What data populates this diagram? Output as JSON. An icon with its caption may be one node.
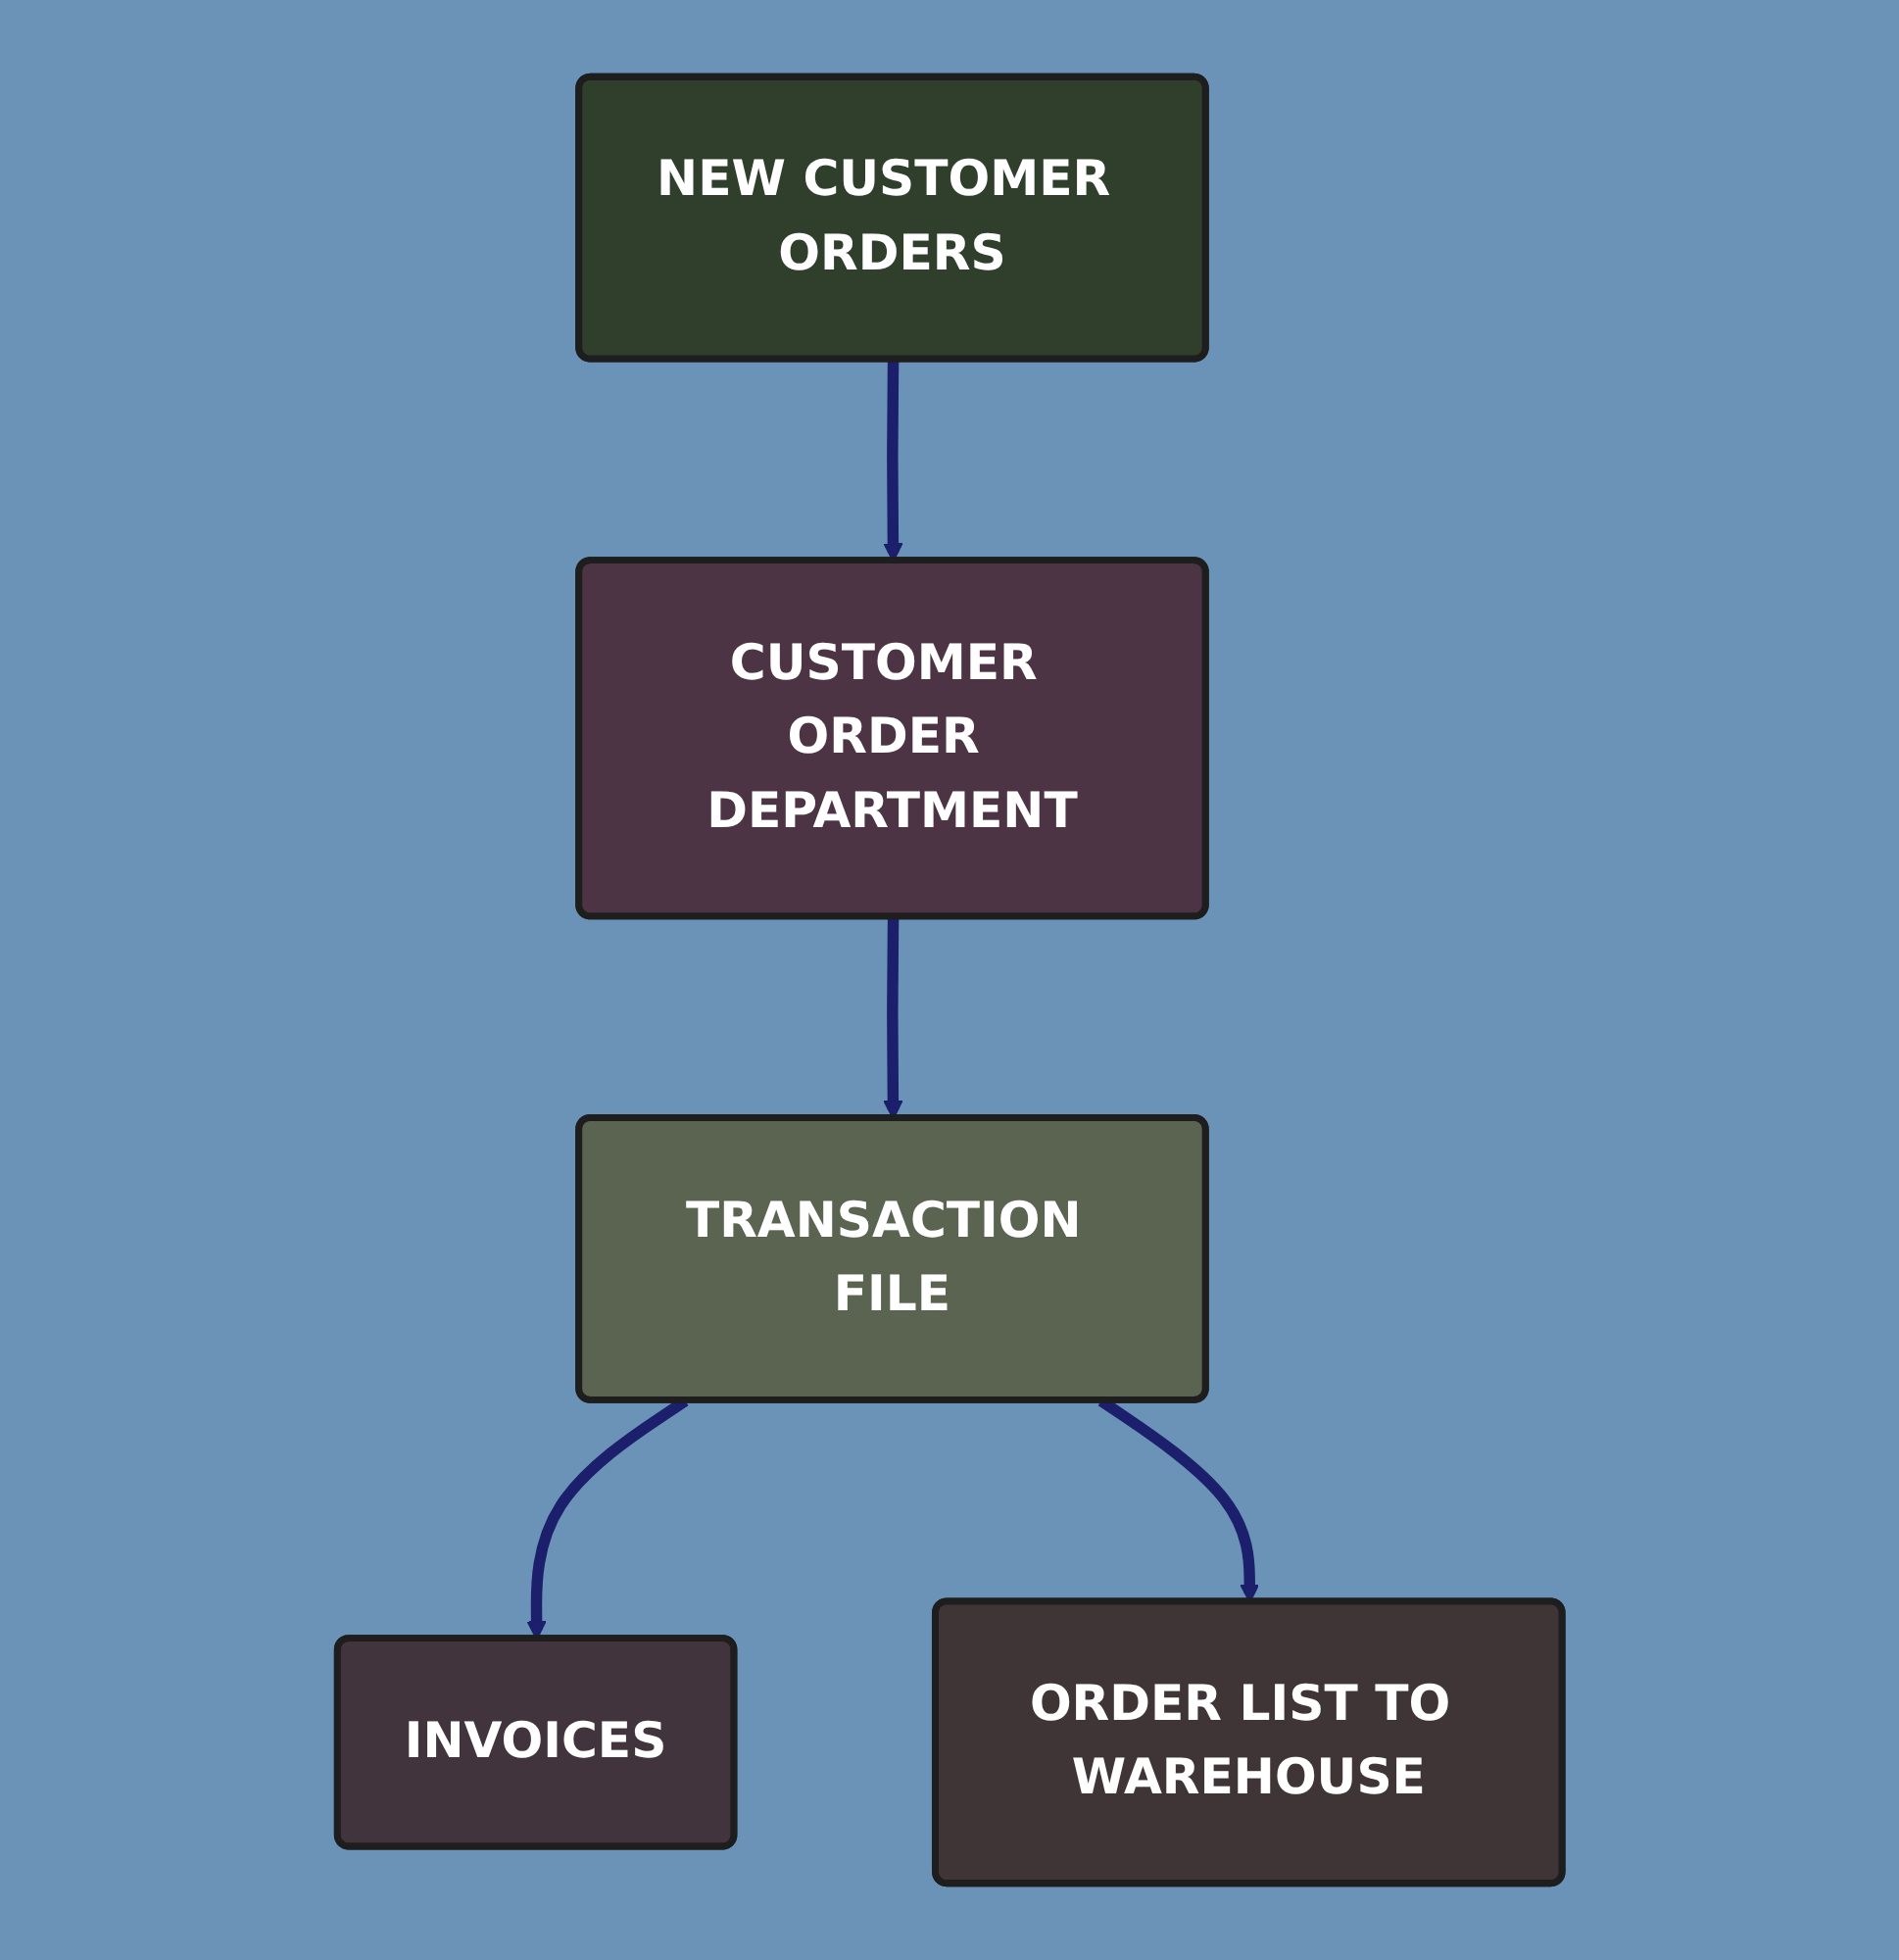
{
  "diagram": {
    "nodes": [
      {
        "text": [
          "NEW CUSTOMER ORDERS"
        ]
      },
      {
        "text": [
          "CUSTOMER ORDER DEPARTMENT"
        ]
      },
      {
        "text": [
          "TRANSACTION FILE"
        ]
      },
      {
        "text": [
          "INVOICES"
        ]
      },
      {
        "text": [
          "ORDER LIST TO WAREHOUSE"
        ]
      }
    ],
    "edges": [
      {
        "from": 0,
        "to": 1,
        "arrow": "to"
      },
      {
        "from": 1,
        "to": 2,
        "arrow": "to"
      },
      {
        "from": 2,
        "to": 3,
        "arrow": "to"
      },
      {
        "from": 2,
        "to": 4,
        "arrow": "to"
      }
    ]
  }
}
